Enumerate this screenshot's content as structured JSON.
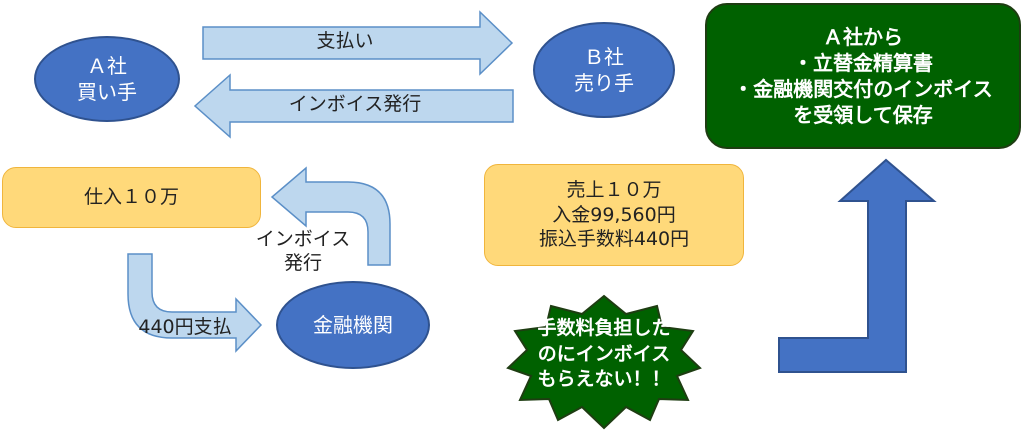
{
  "nodes": {
    "company_a": {
      "line1": "Ａ社",
      "line2": "買い手"
    },
    "company_b": {
      "line1": "Ｂ社",
      "line2": "売り手"
    },
    "financial_institution": {
      "label": "金融機関"
    },
    "purchase": {
      "label": "仕入１０万"
    },
    "sales": {
      "line1": "売上１０万",
      "line2": "入金99,560円",
      "line3": "振込手数料440円"
    },
    "result": {
      "line1": "Ａ社から",
      "line2": "・立替金精算書",
      "line3": "・金融機関交付のインボイス",
      "line4": "を受領して保存"
    },
    "complaint": {
      "line1": "手数料負担した",
      "line2": "のにインボイス",
      "line3": "もらえない！！"
    }
  },
  "arrows": {
    "payment": "支払い",
    "invoice_issue": "インボイス発行",
    "bank_invoice_line1": "インボイス",
    "bank_invoice_line2": "発行",
    "fee_payment": "440円支払"
  },
  "colors": {
    "ellipse_fill": "#4472c4",
    "arrow_light": "#bdd7ee",
    "arrow_dark": "#4472c4",
    "orange_fill": "#ffd97a",
    "green_fill": "#006100"
  }
}
